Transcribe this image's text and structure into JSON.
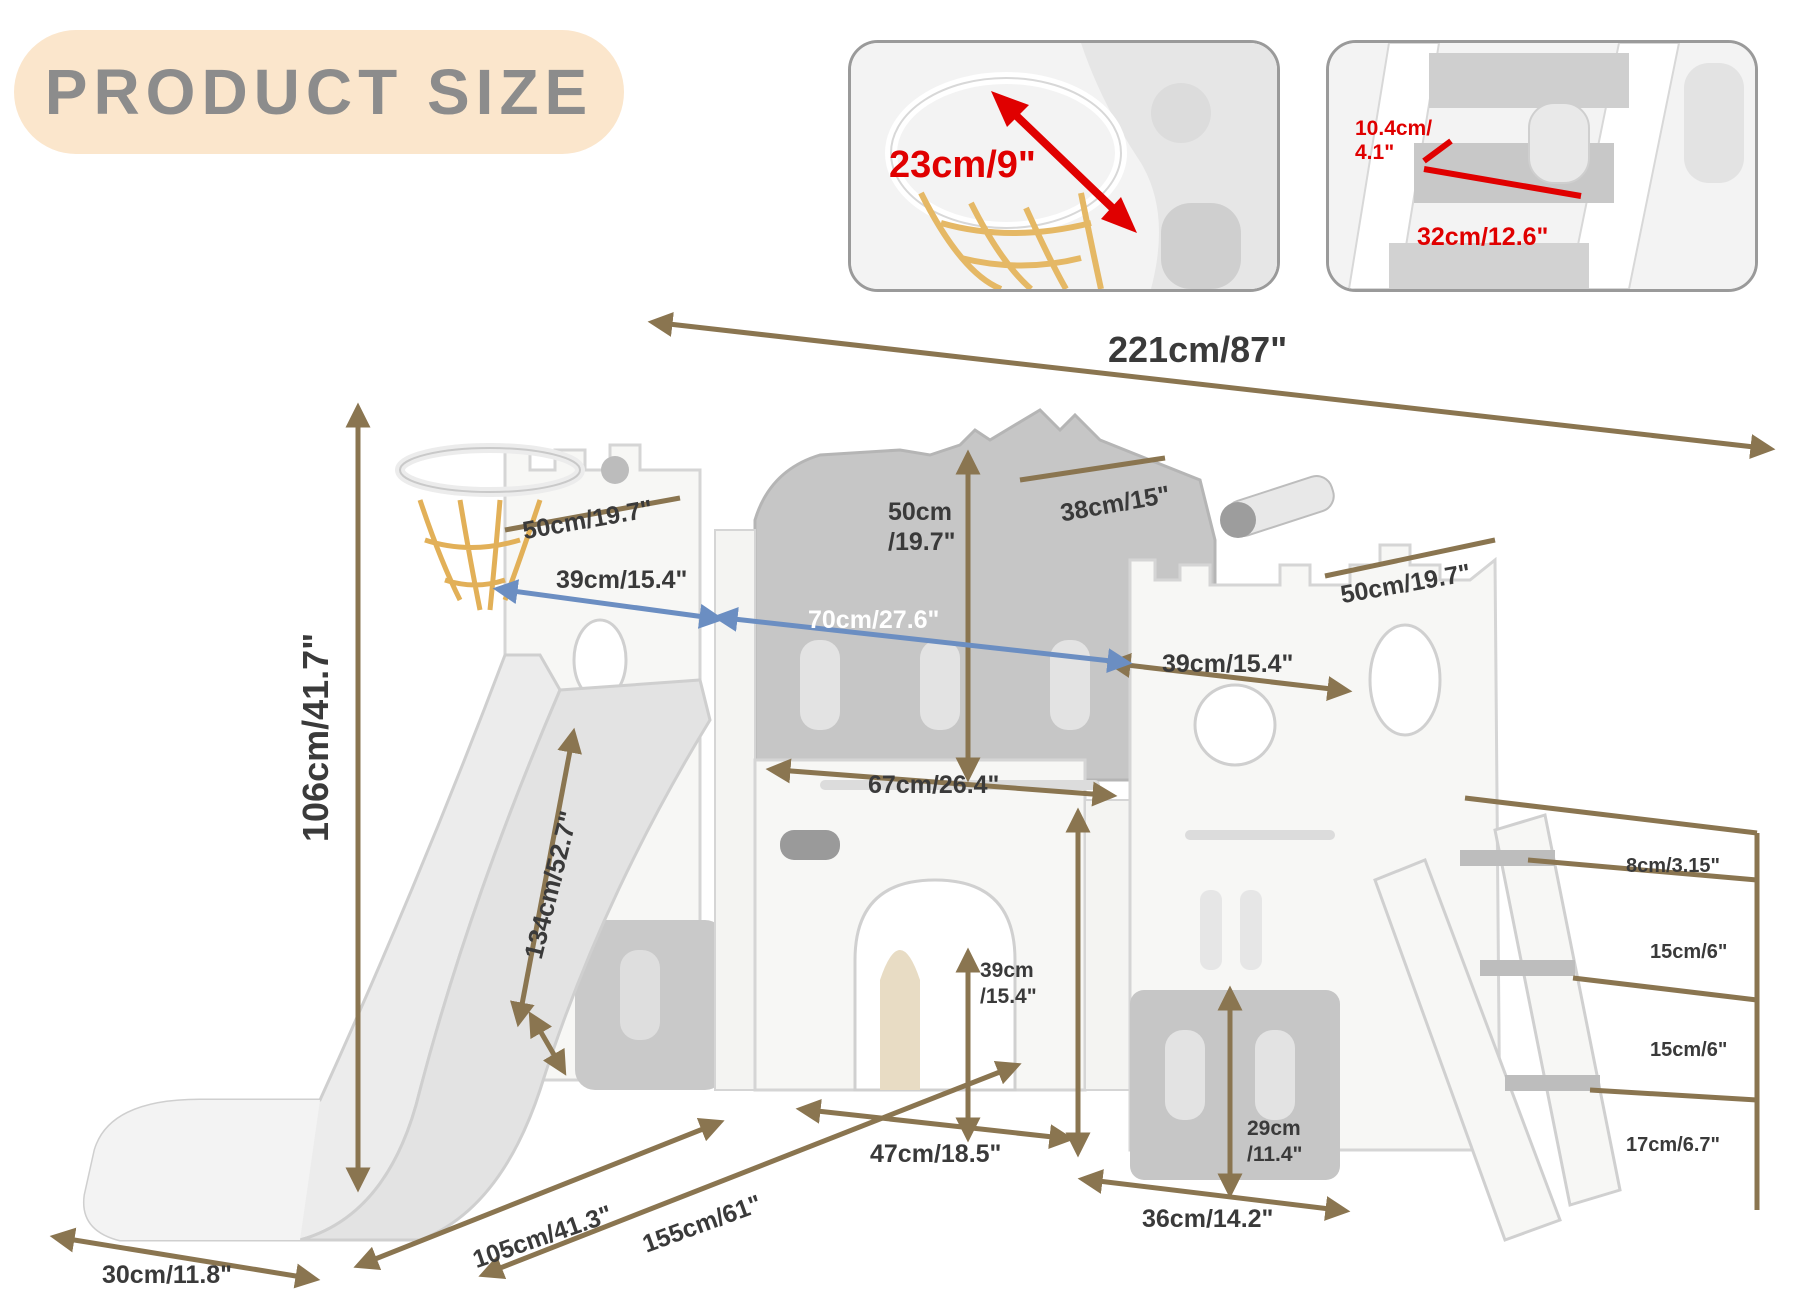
{
  "badge": {
    "title": "PRODUCT SIZE"
  },
  "insets": {
    "hoop": {
      "label": "23cm/9\""
    },
    "ladder": {
      "step_height": "10.4cm/\n4.1\"",
      "step_width": "32cm/12.6\""
    }
  },
  "dimensions": {
    "overall_length": "221cm/87\"",
    "overall_height": "106cm/41.7\"",
    "hoop_tower_depth": "50cm/19.7\"",
    "hoop_tower_width": "39cm/15.4\"",
    "roof_height": "50cm\n/19.7\"",
    "roof_depth": "38cm/15\"",
    "middle_span": "70cm/27.6\"",
    "right_tower_depth": "50cm/19.7\"",
    "right_tower_width": "39cm/15.4\"",
    "deck_width": "67cm/26.4\"",
    "slide_length": "134cm/52.7\"",
    "tunnel_height": "39cm\n/15.4\"",
    "tunnel_width": "47cm/18.5\"",
    "door_height": "29cm\n/11.4\"",
    "door_width": "36cm/14.2\"",
    "slide_width": "30cm/11.8\"",
    "base_length_1": "105cm/41.3\"",
    "base_length_2": "155cm/61\"",
    "step_1": "8cm/3.15\"",
    "step_2": "15cm/6\"",
    "step_3": "15cm/6\"",
    "step_4": "17cm/6.7\""
  },
  "colors": {
    "arrow": "#8a7550",
    "arrow_blue": "#6b8ec2",
    "arrow_red": "#e00000",
    "badge_bg": "#fbe6cc"
  }
}
